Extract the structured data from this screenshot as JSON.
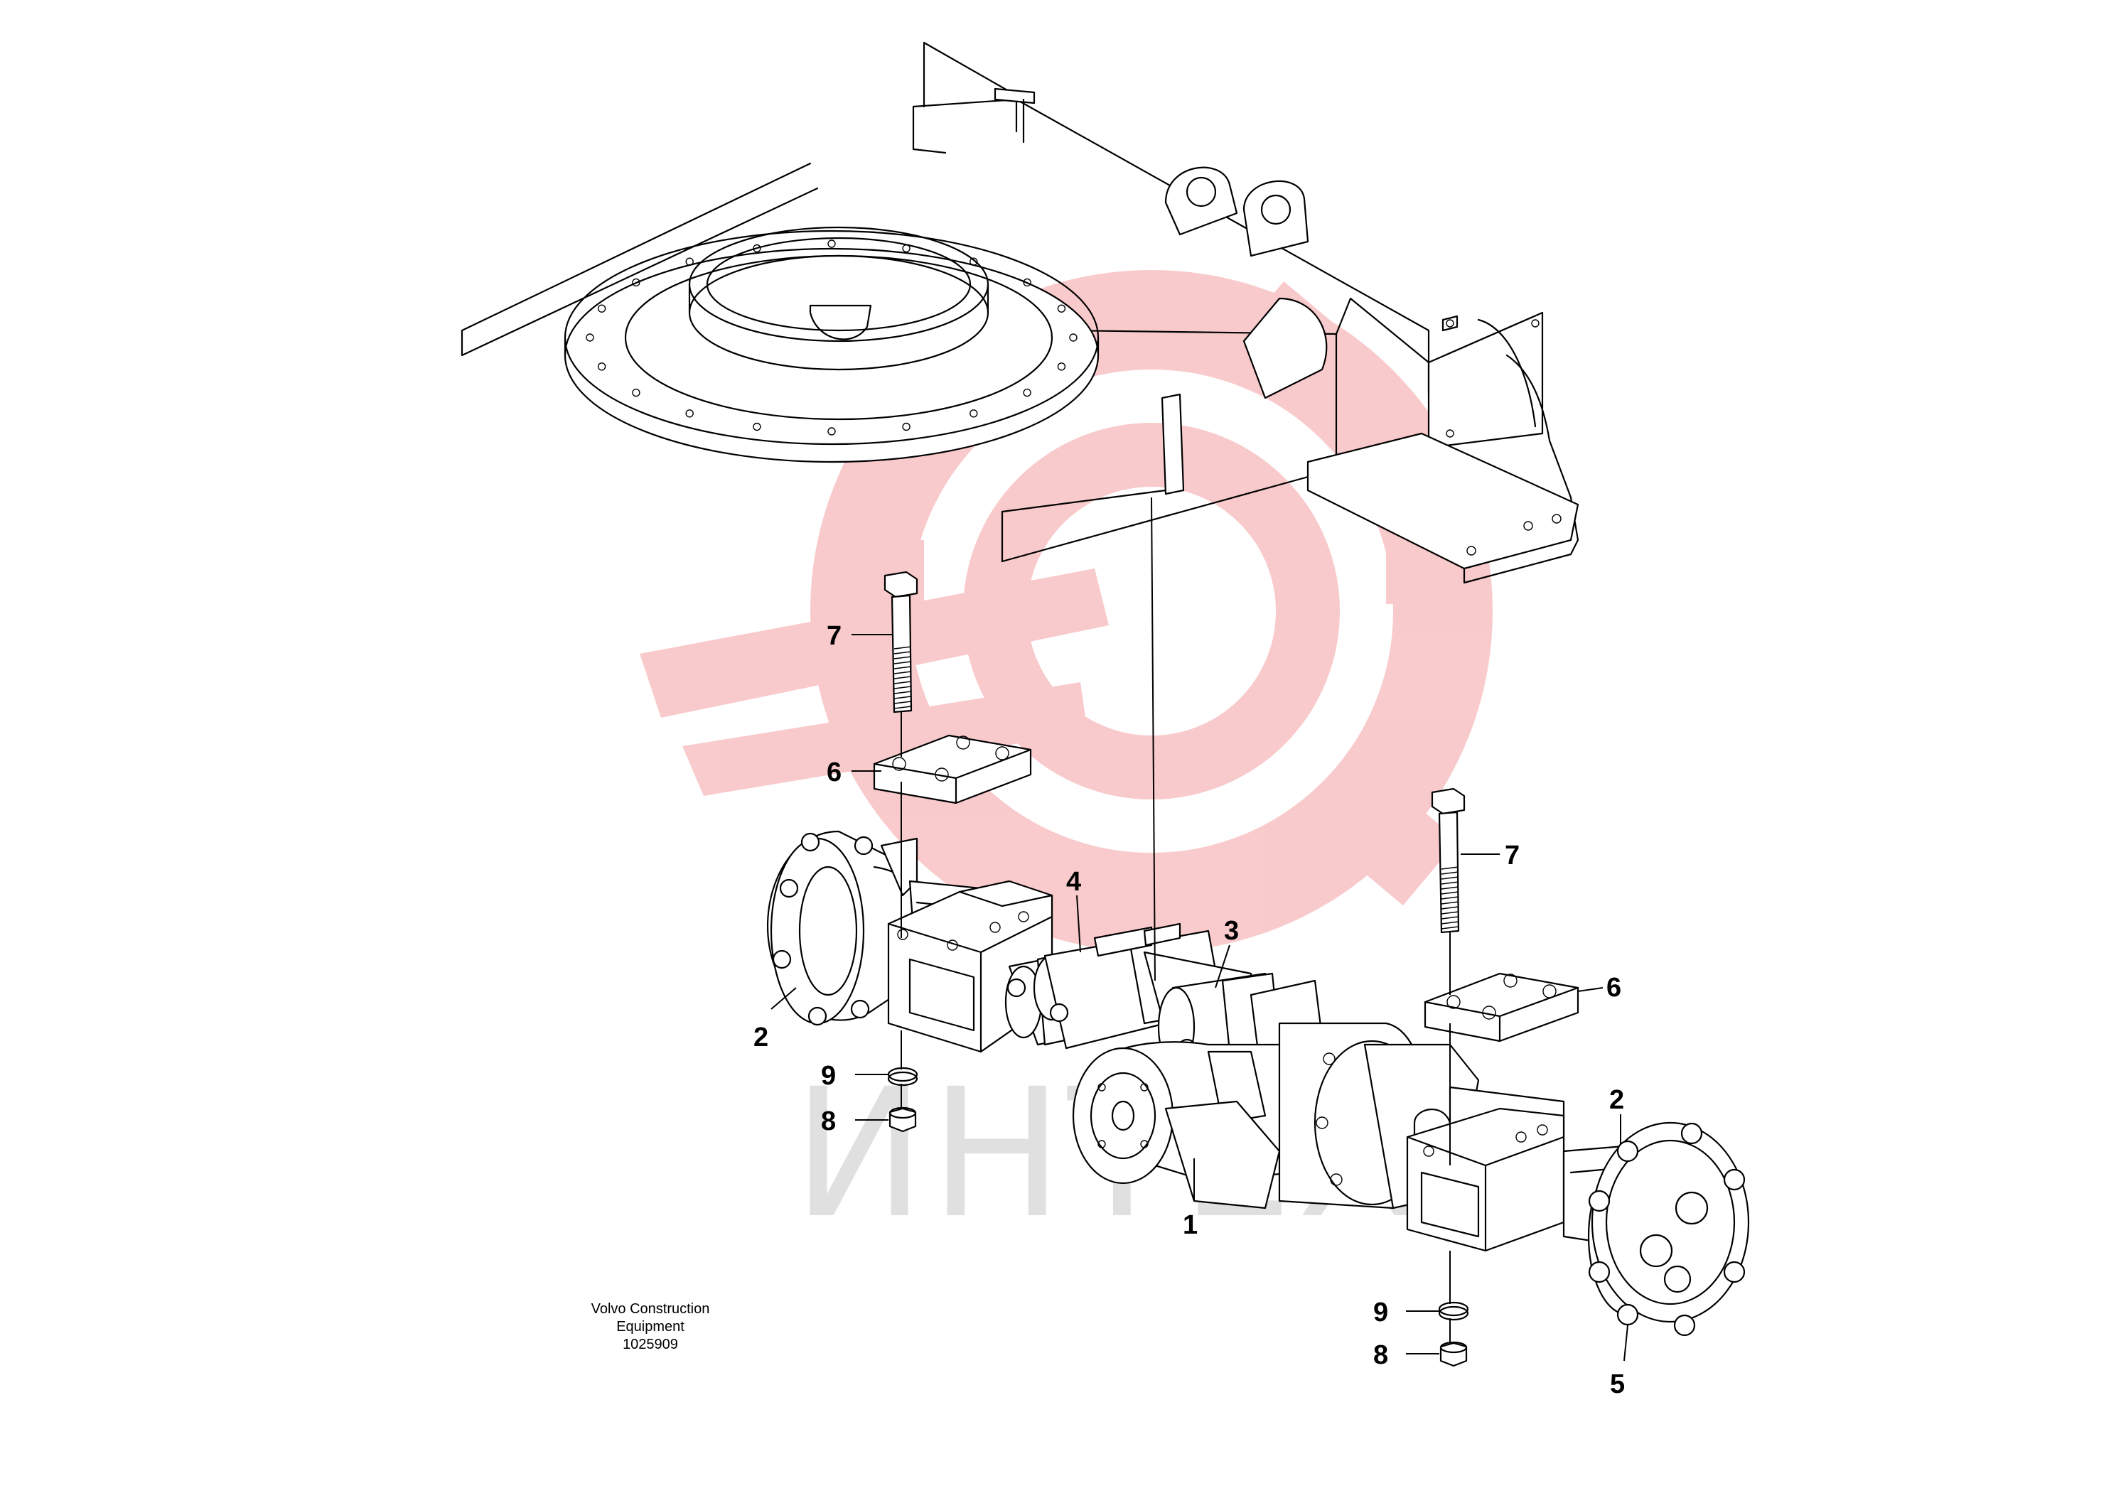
{
  "colors": {
    "watermark_gear": "#e9434a",
    "watermark_text": "#c8c8c8",
    "line": "#000000",
    "background": "#ffffff"
  },
  "watermark": {
    "text": "ИНТЕХ"
  },
  "callouts": [
    {
      "id": "c7a",
      "label": "7"
    },
    {
      "id": "c6a",
      "label": "6"
    },
    {
      "id": "c4",
      "label": "4"
    },
    {
      "id": "c3",
      "label": "3"
    },
    {
      "id": "c2a",
      "label": "2"
    },
    {
      "id": "c9a",
      "label": "9"
    },
    {
      "id": "c8a",
      "label": "8"
    },
    {
      "id": "c1",
      "label": "1"
    },
    {
      "id": "c7b",
      "label": "7"
    },
    {
      "id": "c6b",
      "label": "6"
    },
    {
      "id": "c2b",
      "label": "2"
    },
    {
      "id": "c9b",
      "label": "9"
    },
    {
      "id": "c8b",
      "label": "8"
    },
    {
      "id": "c5",
      "label": "5"
    }
  ],
  "credit": {
    "line1": "Volvo Construction",
    "line2": "Equipment",
    "line3": "1025909"
  }
}
